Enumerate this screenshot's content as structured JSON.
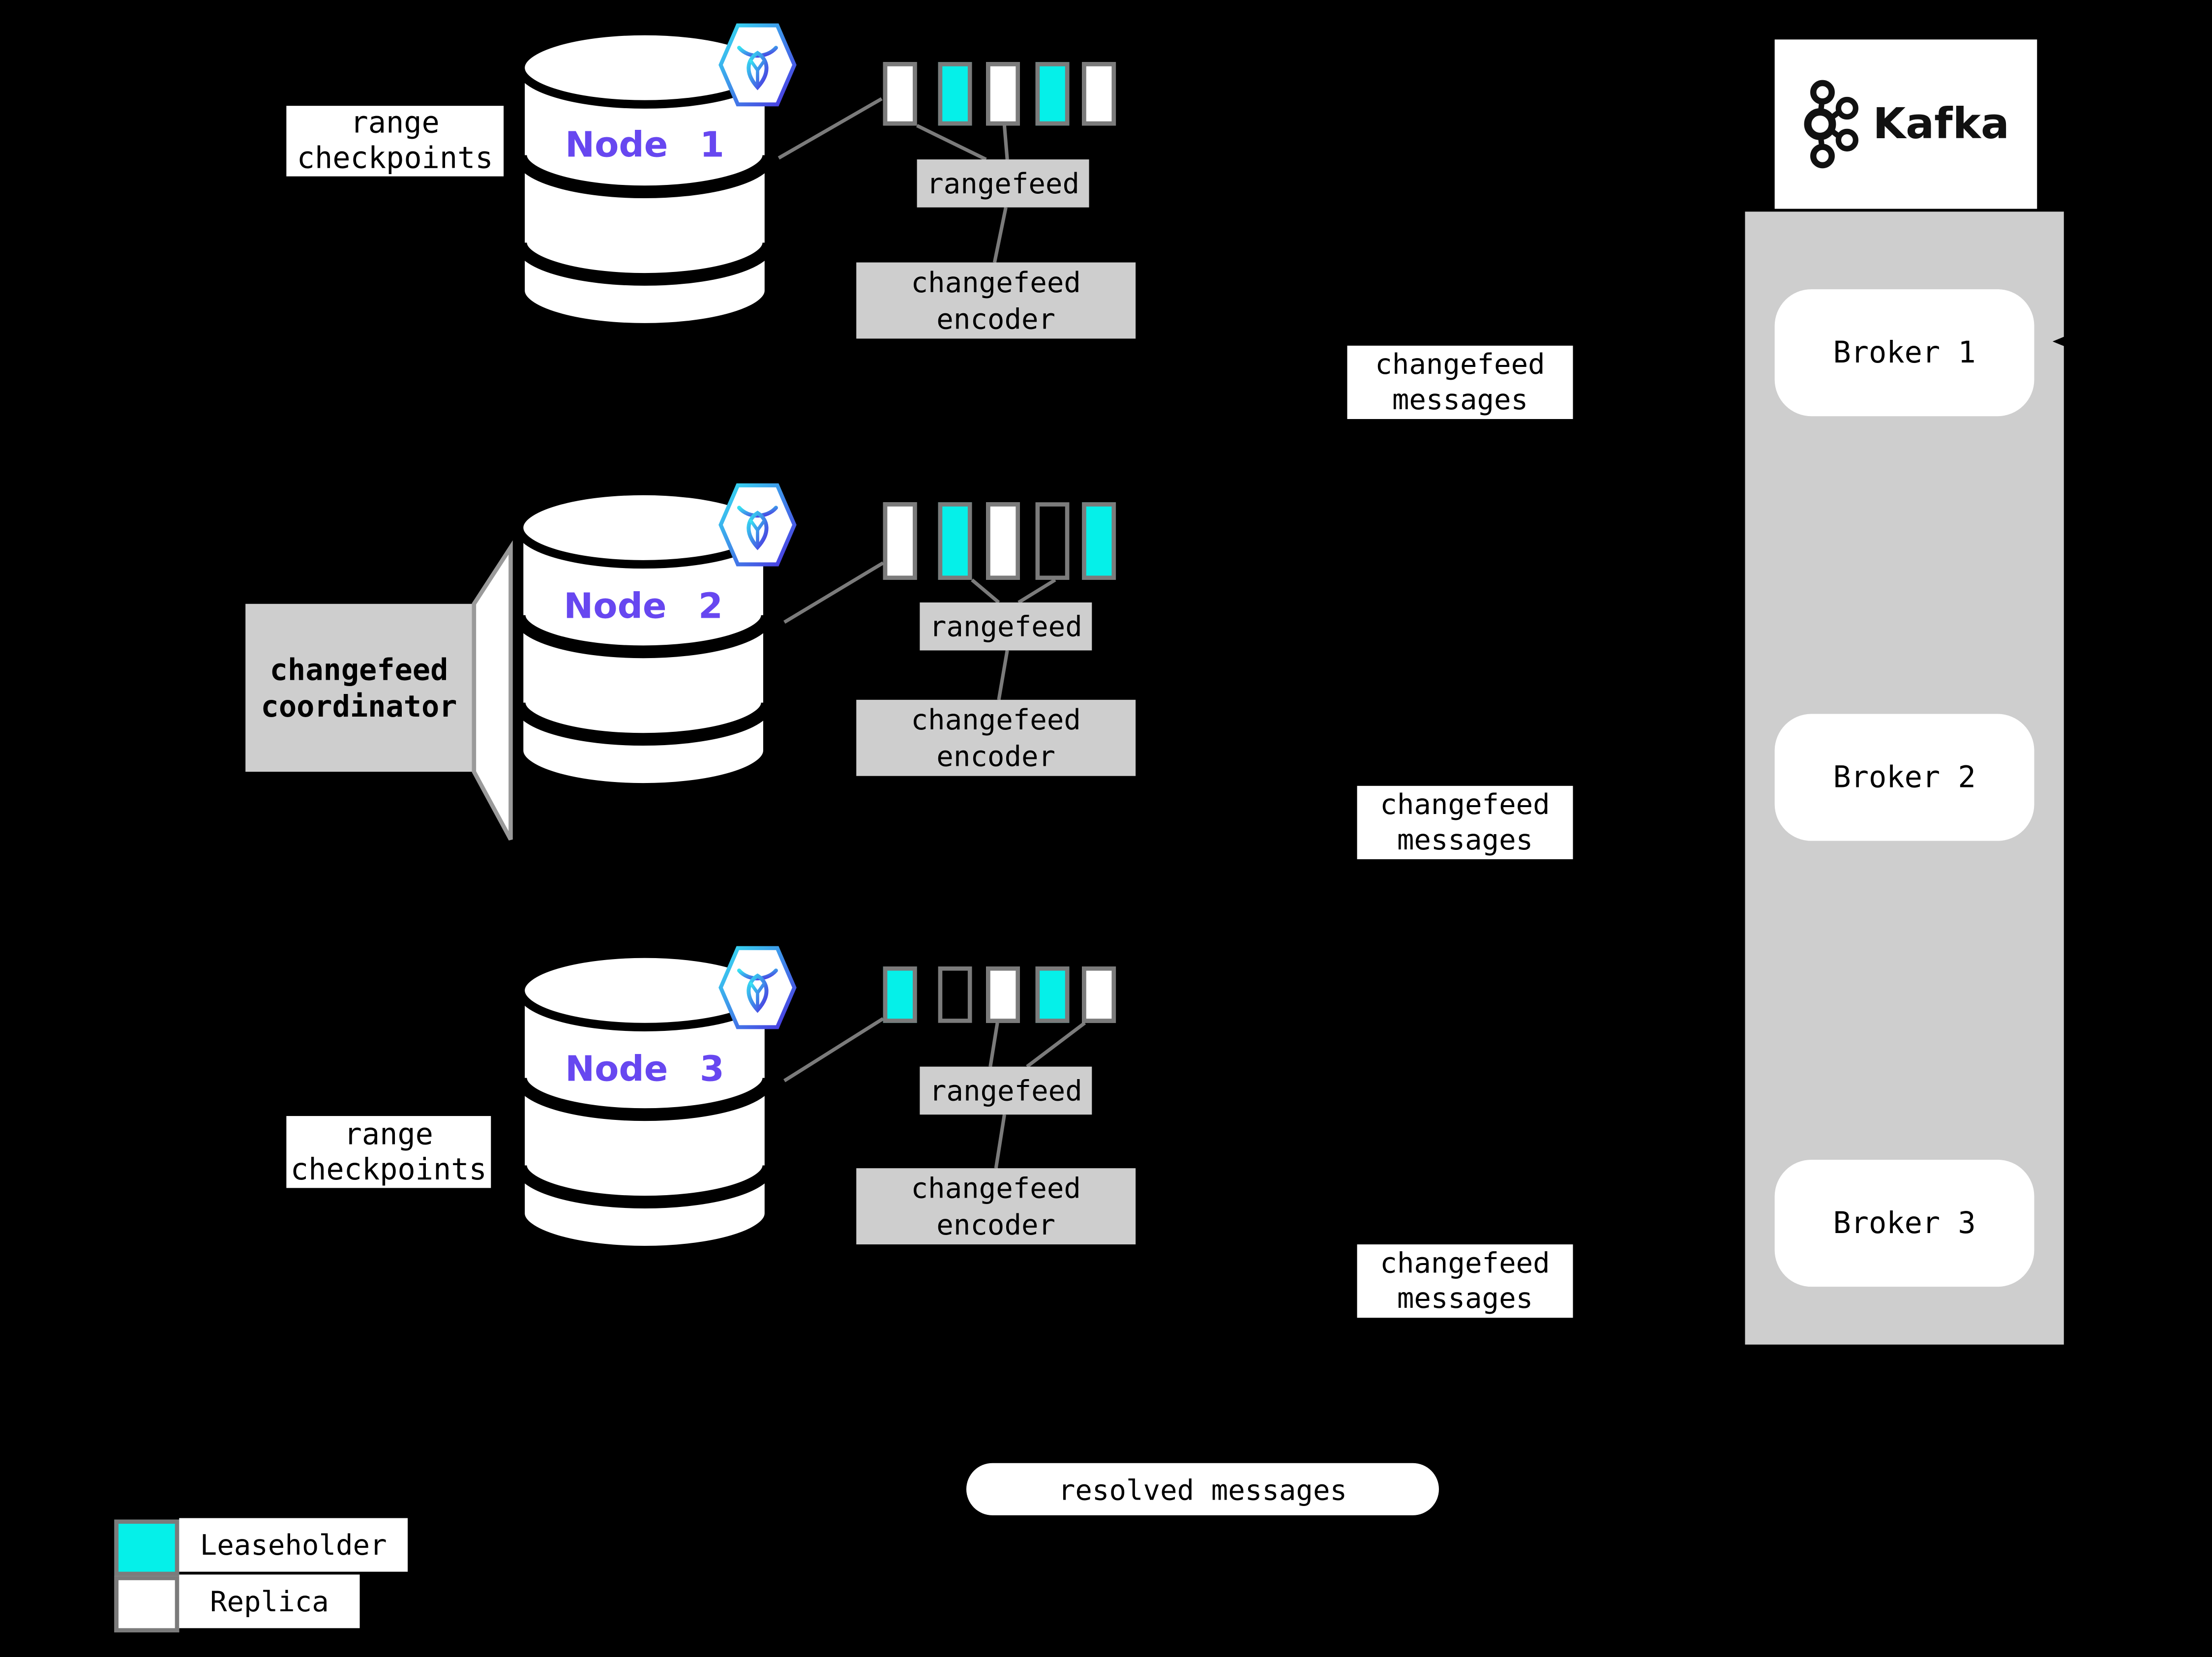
{
  "nodes": [
    {
      "label": "Node 1",
      "ranges": [
        "replica",
        "leaseholder",
        "replica",
        "leaseholder",
        "replica"
      ]
    },
    {
      "label": "Node 2",
      "ranges": [
        "replica",
        "leaseholder",
        "replica",
        "empty",
        "leaseholder"
      ]
    },
    {
      "label": "Node 3",
      "ranges": [
        "leaseholder",
        "empty",
        "replica",
        "leaseholder",
        "replica"
      ]
    }
  ],
  "labels": {
    "range_checkpoints": "range\ncheckpoints",
    "rangefeed": "rangefeed",
    "changefeed_encoder": "changefeed\nencoder",
    "changefeed_messages": "changefeed\nmessages",
    "changefeed_coordinator": "changefeed\ncoordinator",
    "resolved_messages": "resolved messages"
  },
  "kafka": {
    "title": "Kafka",
    "brokers": [
      "Broker 1",
      "Broker 2",
      "Broker 3"
    ]
  },
  "legend": [
    {
      "swatch": "leaseholder",
      "label": "Leaseholder"
    },
    {
      "swatch": "replica",
      "label": "Replica"
    }
  ],
  "colors": {
    "leaseholder": "#05f0e9",
    "replica": "#ffffff",
    "node_label": "#6747f0",
    "panel_gray": "#cecece",
    "line_gray": "#7b7b7b"
  }
}
